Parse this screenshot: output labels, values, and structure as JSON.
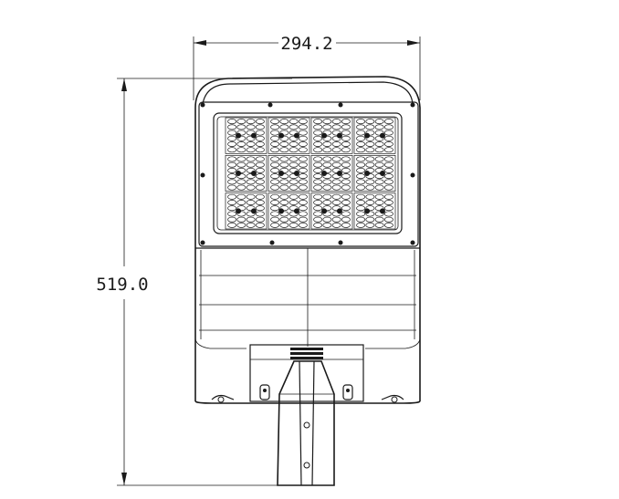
{
  "dimensions": {
    "width_label": "294.2",
    "height_label": "519.0"
  },
  "led_panel": {
    "module_columns": 4,
    "module_rows": 3,
    "lens_rows_per_module": 6,
    "lens_cols_per_module": 4
  }
}
